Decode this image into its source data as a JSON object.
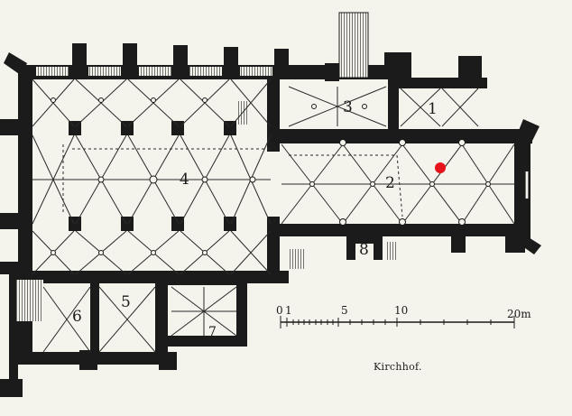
{
  "plan": {
    "rooms": [
      {
        "id": "room-1",
        "label": "1"
      },
      {
        "id": "room-2",
        "label": "2"
      },
      {
        "id": "room-3",
        "label": "3"
      },
      {
        "id": "room-4",
        "label": "4"
      },
      {
        "id": "room-5",
        "label": "5"
      },
      {
        "id": "room-6",
        "label": "6"
      },
      {
        "id": "room-7",
        "label": "7"
      },
      {
        "id": "room-8",
        "label": "8"
      }
    ],
    "scale_bar": {
      "labels": [
        "0",
        "1",
        "5",
        "10",
        "20m"
      ]
    },
    "caption": "Kirchhof.",
    "marker_color": "#e8121c",
    "wall_color": "#1b1b1b",
    "paper_color": "#f4f3ec"
  }
}
